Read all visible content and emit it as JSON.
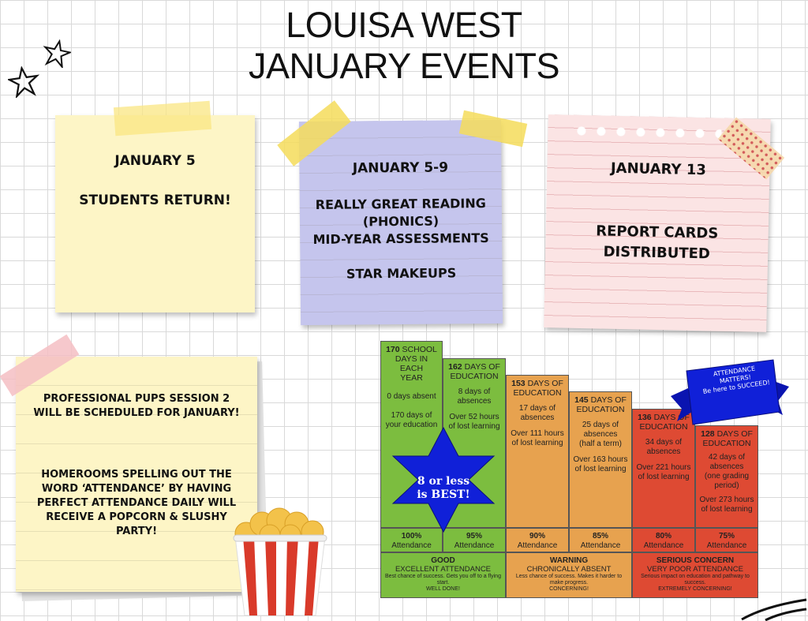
{
  "title": {
    "line1": "LOUISA WEST",
    "line2": "JANUARY EVENTS"
  },
  "notes": {
    "n1": {
      "date": "JANUARY 5",
      "body": "STUDENTS RETURN!"
    },
    "n2": {
      "date": "JANUARY 5-9",
      "line1": "REALLY GREAT READING",
      "line2": "(PHONICS)",
      "line3": "MID-YEAR ASSESSMENTS",
      "line4": "STAR MAKEUPS"
    },
    "n3": {
      "date": "JANUARY 13",
      "line1": "REPORT CARDS",
      "line2": "DISTRIBUTED"
    },
    "n4": {
      "p1a": "PROFESSIONAL PUPS SESSION 2",
      "p1b": "WILL BE SCHEDULED FOR JANUARY!",
      "p2a": "HOMEROOMS SPELLING OUT THE",
      "p2b": "WORD ‘ATTENDANCE’ BY HAVING",
      "p2c": "PERFECT ATTENDANCE DAILY WILL",
      "p2d": "RECEIVE A POPCORN & SLUSHY",
      "p2e": "PARTY!"
    }
  },
  "chart": {
    "columns": [
      {
        "head_num": "170",
        "head_rest1": "SCHOOL",
        "head_rest2": "DAYS IN EACH",
        "head_rest3": "YEAR",
        "absent": "0 days absent",
        "info1": "170 days of",
        "info2": "your education",
        "pct": "100%",
        "att": "Attendance"
      },
      {
        "head_num": "162",
        "head_rest1": "DAYS OF",
        "head_rest2": "EDUCATION",
        "absent1": "8 days of",
        "absent2": "absences",
        "info1": "Over 52 hours",
        "info2": "of lost learning",
        "pct": "95%",
        "att": "Attendance"
      },
      {
        "head_num": "153",
        "head_rest1": "DAYS OF",
        "head_rest2": "EDUCATION",
        "absent1": "17 days of",
        "absent2": "absences",
        "info1": "Over 111 hours",
        "info2": "of lost learning",
        "pct": "90%",
        "att": "Attendance"
      },
      {
        "head_num": "145",
        "head_rest1": "DAYS OF",
        "head_rest2": "EDUCATION",
        "absent1": "25 days of",
        "absent2": "absences",
        "absent3": "(half a term)",
        "info1": "Over 163 hours",
        "info2": "of lost learning",
        "pct": "85%",
        "att": "Attendance"
      },
      {
        "head_num": "136",
        "head_rest1": "DAYS OF",
        "head_rest2": "EDUCATION",
        "absent1": "34 days of",
        "absent2": "absences",
        "info1": "Over 221 hours",
        "info2": "of lost learning",
        "pct": "80%",
        "att": "Attendance"
      },
      {
        "head_num": "128",
        "head_rest1": "DAYS OF",
        "head_rest2": "EDUCATION",
        "absent1": "42 days of",
        "absent2": "absences",
        "absent3": "(one grading",
        "absent4": "period)",
        "info1": "Over 273 hours",
        "info2": "of lost learning",
        "pct": "75%",
        "att": "Attendance"
      }
    ],
    "zones": [
      {
        "h": "GOOD",
        "s": "EXCELLENT ATTENDANCE",
        "d1": "Best chance of success. Gets you off to a flying",
        "d2": "start.",
        "d3": "WELL DONE!"
      },
      {
        "h": "WARNING",
        "s": "CHRONICALLY ABSENT",
        "d1": "Less chance of success. Makes it harder to",
        "d2": "make progress.",
        "d3": "CONCERNING!"
      },
      {
        "h": "SERIOUS CONCERN",
        "s": "VERY POOR ATTENDANCE",
        "d1": "Serious impact on education and pathway to",
        "d2": "success.",
        "d3": "EXTREMELY CONCERNING!"
      }
    ],
    "star": {
      "line1": "8 or less",
      "line2": "is BEST!"
    },
    "banner": {
      "line1": "ATTENDANCE",
      "line2": "MATTERS!",
      "line3": "Be here to SUCCEED!"
    }
  },
  "colors": {
    "green": "#7cbd3f",
    "orange": "#e7a24f",
    "red": "#de4a33",
    "blue": "#1020d8",
    "note_yellow": "#fdf5c6",
    "note_purple": "#c5c5ed",
    "note_pink": "#fbe4e4"
  }
}
